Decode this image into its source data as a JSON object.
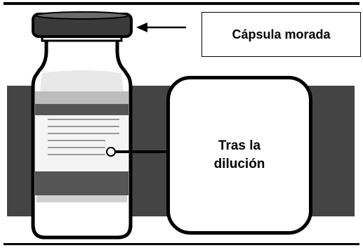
{
  "labels": {
    "cap": "Cápsula morada",
    "dilution": "Tras la dilución"
  },
  "colors": {
    "band": "#444444",
    "cap": "#3a3a3a",
    "glass_outline": "#000000",
    "label_paper": "#ffffff",
    "lines": "#999999"
  },
  "icons": {
    "pointer": "left-arrow"
  }
}
